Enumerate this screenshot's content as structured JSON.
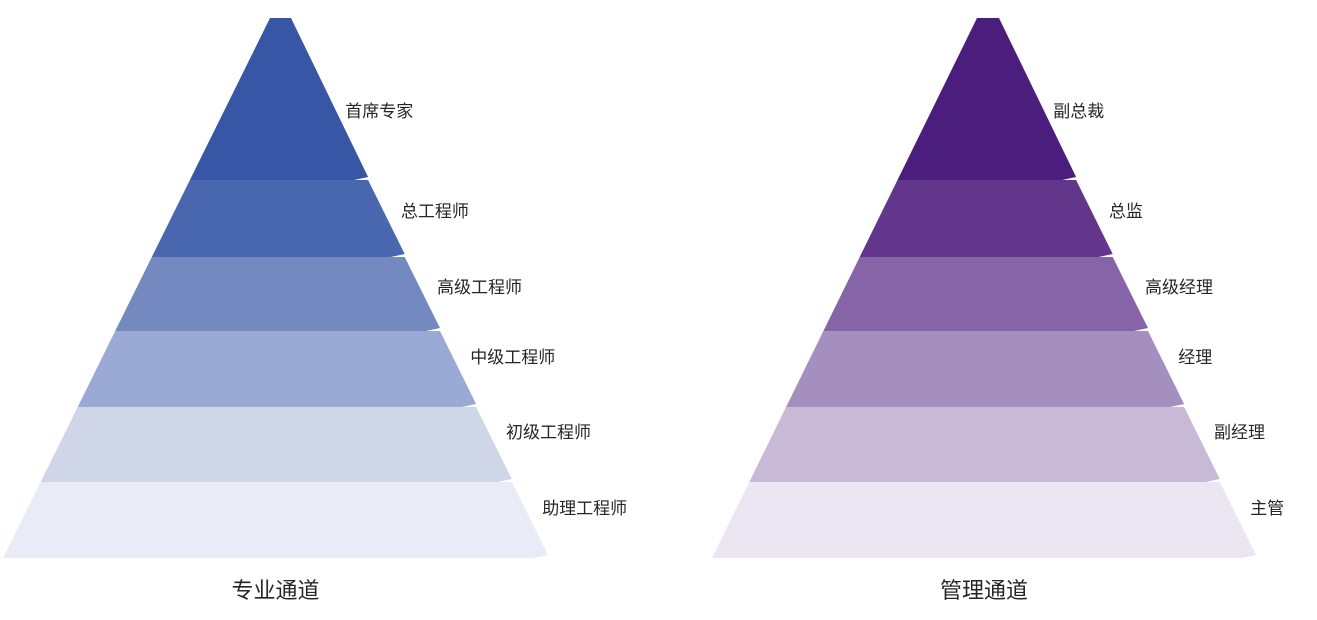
{
  "pyramids": [
    {
      "title": "专业通道",
      "levels": [
        "首席专家",
        "总工程师",
        "高级工程师",
        "中级工程师",
        "初级工程师",
        "助理工程师"
      ],
      "colors": [
        "#3757a6",
        "#4967ae",
        "#7389c0",
        "#9aaad4",
        "#cfd6e7",
        "#e9ecf6"
      ]
    },
    {
      "title": "管理通道",
      "levels": [
        "副总裁",
        "总监",
        "高级经理",
        "经理",
        "副经理",
        "主管"
      ],
      "colors": [
        "#4b1e7e",
        "#61368b",
        "#8565a7",
        "#a48fbe",
        "#c8b9d7",
        "#ece6f2"
      ]
    }
  ]
}
